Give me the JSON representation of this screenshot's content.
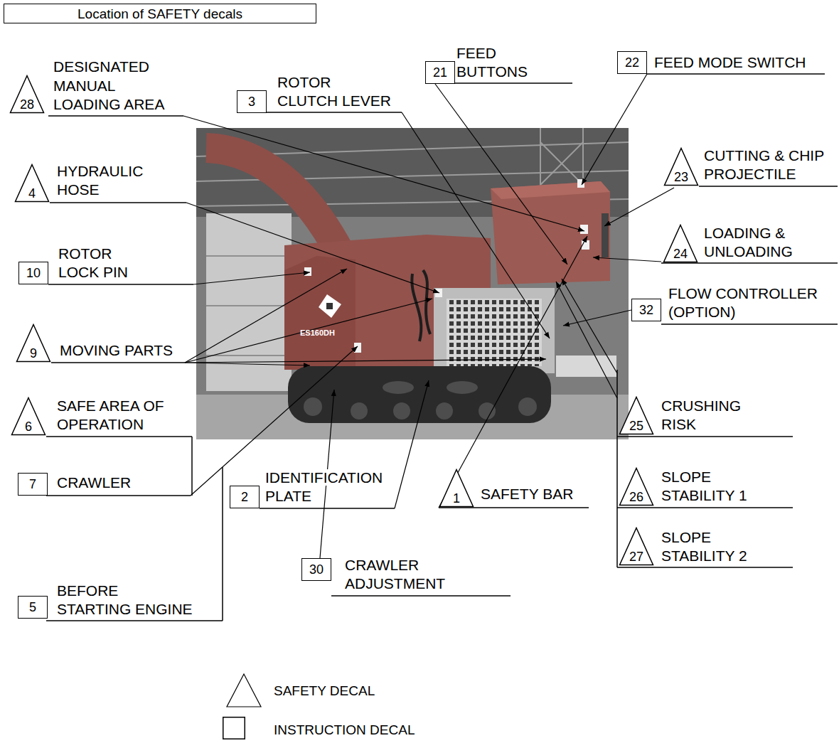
{
  "diagram": {
    "title": "Location of SAFETY decals",
    "nodes": [
      {
        "text": [
          "28",
          "DESIGNATED MANUAL LOADING AREA"
        ]
      },
      {
        "text": [
          "3",
          "ROTOR CLUTCH LEVER"
        ]
      },
      {
        "text": [
          "21",
          "FEED BUTTONS"
        ]
      },
      {
        "text": [
          "22",
          "FEED MODE SWITCH"
        ]
      },
      {
        "text": [
          "23",
          "CUTTING & CHIP PROJECTILE"
        ]
      },
      {
        "text": [
          "4",
          "HYDRAULIC HOSE"
        ]
      },
      {
        "text": [
          "24",
          "LOADING & UNLOADING"
        ]
      },
      {
        "text": [
          "10",
          "ROTOR LOCK PIN"
        ]
      },
      {
        "text": [
          "32",
          "FLOW CONTROLLER (OPTION)"
        ]
      },
      {
        "text": [
          "9",
          "MOVING PARTS"
        ]
      },
      {
        "text": [
          "6",
          "SAFE AREA OF OPERATION"
        ]
      },
      {
        "text": [
          "25",
          "CRUSHING RISK"
        ]
      },
      {
        "text": [
          "7",
          "CRAWLER"
        ]
      },
      {
        "text": [
          "2",
          "IDENTIFICATION PLATE"
        ]
      },
      {
        "text": [
          "1",
          "SAFETY BAR"
        ]
      },
      {
        "text": [
          "26",
          "SLOPE STABILITY 1"
        ]
      },
      {
        "text": [
          "30",
          "CRAWLER ADJUSTMENT"
        ]
      },
      {
        "text": [
          "27",
          "SLOPE STABILITY 2"
        ]
      },
      {
        "text": [
          "5",
          "BEFORE STARTING ENGINE"
        ]
      }
    ],
    "labels": [
      "ES160DH"
    ],
    "legend": [
      {
        "text": "SAFETY DECAL"
      },
      {
        "text": "INSTRUCTION DECAL"
      }
    ]
  }
}
